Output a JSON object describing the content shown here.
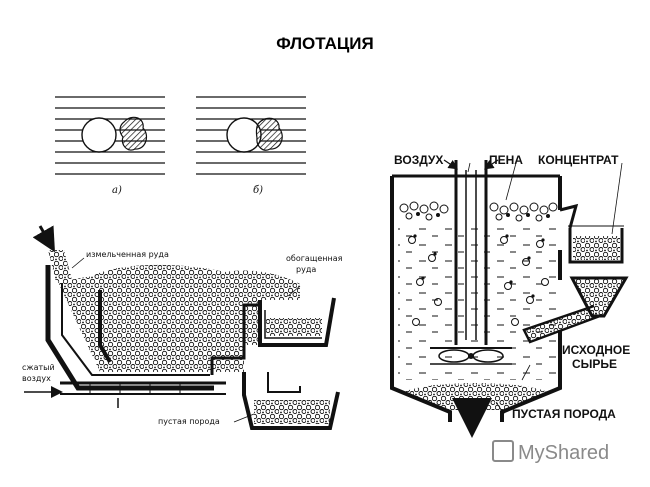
{
  "title": "ФЛОТАЦИЯ",
  "inset": {
    "label_a": "а)",
    "label_b": "б)"
  },
  "left_machine": {
    "crushed_ore": "измельченная руда",
    "enriched_ore_1": "обогащенная",
    "enriched_ore_2": "руда",
    "compressed_air_1": "сжатый",
    "compressed_air_2": "воздух",
    "tailings": "пустая порода"
  },
  "right_cell": {
    "air": "ВОЗДУХ",
    "foam": "ПЕНА",
    "concentrate": "КОНЦЕНТРАТ",
    "feed_1": "ИСХОДНОЕ",
    "feed_2": "СЫРЬЕ",
    "tailings": "ПУСТАЯ ПОРОДА"
  },
  "watermark": "MyShared"
}
